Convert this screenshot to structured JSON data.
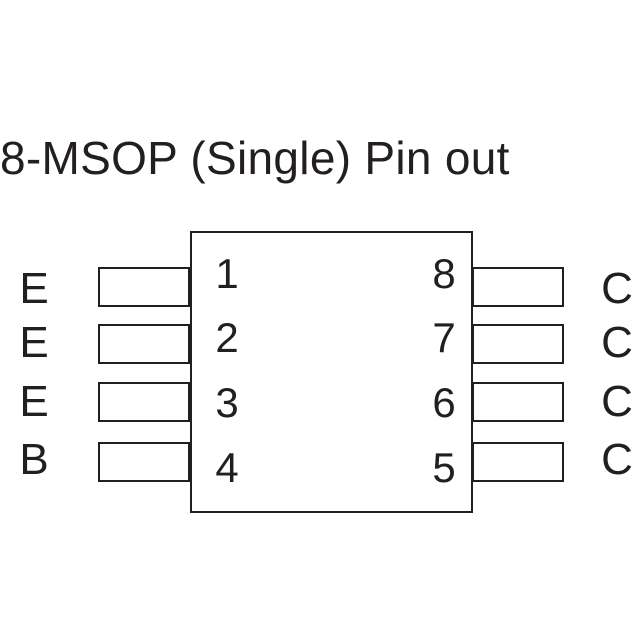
{
  "title": "8-MSOP (Single) Pin out",
  "left_pins": [
    {
      "number": "1",
      "signal": "E"
    },
    {
      "number": "2",
      "signal": "E"
    },
    {
      "number": "3",
      "signal": "E"
    },
    {
      "number": "4",
      "signal": "B"
    }
  ],
  "right_pins": [
    {
      "number": "8",
      "signal": "C"
    },
    {
      "number": "7",
      "signal": "C"
    },
    {
      "number": "6",
      "signal": "C"
    },
    {
      "number": "5",
      "signal": "C"
    }
  ]
}
